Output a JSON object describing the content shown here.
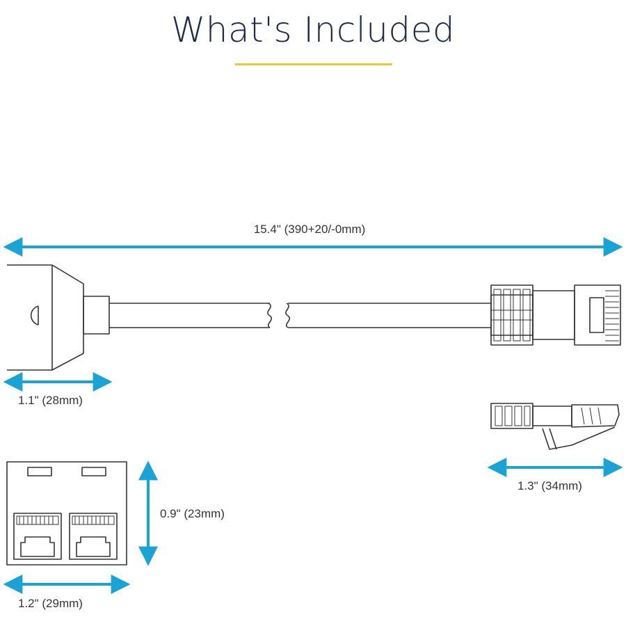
{
  "title": "What's Included",
  "colors": {
    "accent_underline": "#f0c53c",
    "dimension_arrow": "#1ba3d6",
    "line_art": "#333333",
    "title_text": "#1f2a44"
  },
  "dimensions": {
    "cable_length": "15.4\" (390+20/-0mm)",
    "coupler_depth": "1.1\" (28mm)",
    "plug_length": "1.3\" (34mm)",
    "coupler_height": "0.9\" (23mm)",
    "coupler_width": "1.2\" (29mm)"
  }
}
